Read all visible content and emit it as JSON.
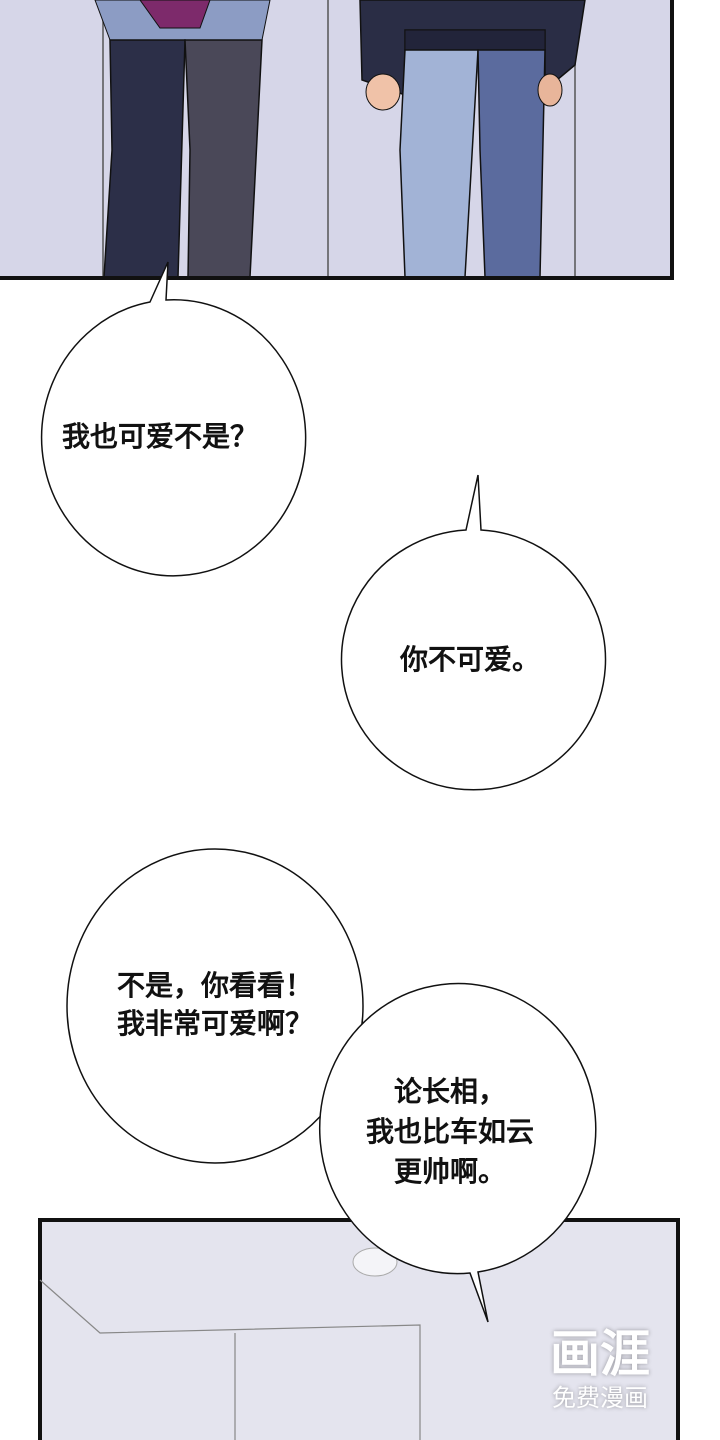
{
  "bubbles": [
    {
      "lines": [
        "我也可爱不是？"
      ]
    },
    {
      "lines": [
        "你不可爱。"
      ]
    },
    {
      "lines": [
        "不是，你看看！",
        "我非常可爱啊？"
      ]
    },
    {
      "lines": [
        "论长相，",
        "我也比车如云",
        "更帅啊。"
      ]
    }
  ],
  "watermark": {
    "logo": "画涯",
    "tagline": "免费漫画"
  },
  "colors": {
    "wall": "#d6d6e8",
    "dark_pants": "#3c3c54",
    "jeans": "#9fb0d4",
    "jeans_dark": "#5b6b9e",
    "sweater": "#2a2d45"
  }
}
